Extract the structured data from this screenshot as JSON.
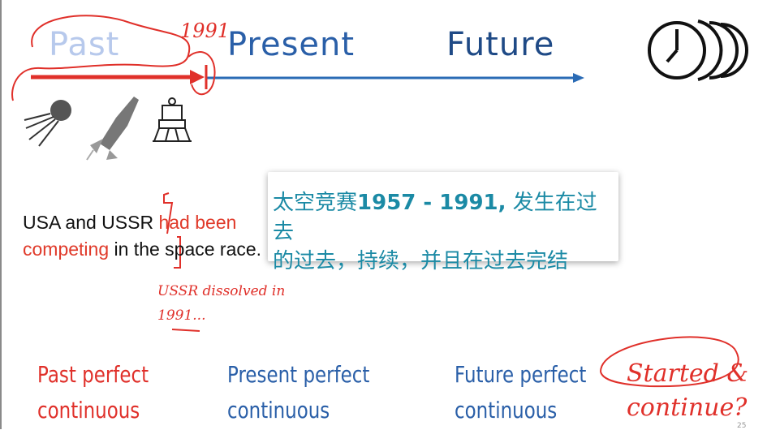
{
  "timeline": {
    "past": "Past",
    "present": "Present",
    "future": "Future",
    "year_mark": "1991"
  },
  "icons": [
    "sputnik-satellite-icon",
    "rocket-icon",
    "lunar-lander-icon",
    "clock-icon"
  ],
  "sentence": {
    "part1": "USA and USSR ",
    "part2": "had been competing",
    "part3": " in the space race."
  },
  "note": {
    "line1_prefix": "太空竞赛",
    "line1_years": "1957 - 1991,",
    "line1_suffix": " 发生在过去",
    "line2": "的过去，持续，并且在过去完结"
  },
  "handwritten_note": {
    "line1": "USSR dissolved in",
    "line2": "1991..."
  },
  "tenses": {
    "past": {
      "line1": "Past perfect",
      "line2": "continuous"
    },
    "present": {
      "line1": "Present perfect",
      "line2": "continuous"
    },
    "future": {
      "line1": "Future perfect",
      "line2": "continuous"
    }
  },
  "handwritten_question": {
    "line1": "Started &",
    "line2": "continue?"
  },
  "page_number": "25",
  "colors": {
    "red": "#e0302a",
    "blue": "#2a5fa8",
    "teal": "#1b8aa5"
  }
}
